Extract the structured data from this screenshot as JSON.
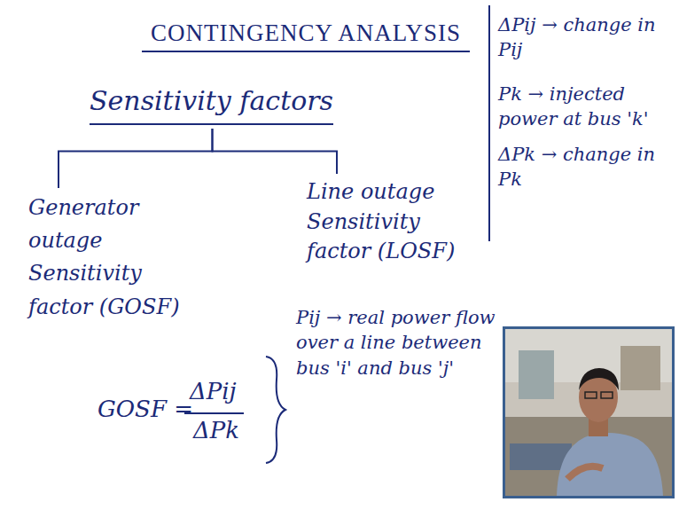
{
  "diagram": {
    "title": "CONTINGENCY ANALYSIS",
    "nodes": [
      {
        "text": [
          "Sensitivity factors"
        ]
      },
      {
        "text": [
          "Generator outage Sensitivity factor (GOSF)"
        ]
      },
      {
        "text": [
          "Line outage Sensitivity factor (LOSF)"
        ]
      }
    ],
    "edges": [
      {
        "from": 0,
        "to": 1,
        "arrow": "none"
      },
      {
        "from": 0,
        "to": 2,
        "arrow": "none"
      }
    ],
    "labels": [
      "GOSF =",
      "ΔPij",
      "ΔPk",
      "Pij → real power flow over a line between bus 'i' and bus 'j'",
      "ΔPij → change in Pij",
      "Pk → injected power at bus 'k'",
      "ΔPk → change in Pk"
    ]
  }
}
